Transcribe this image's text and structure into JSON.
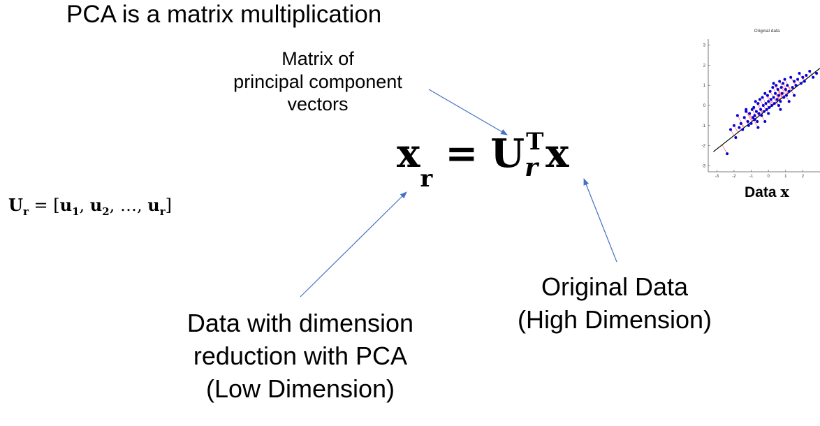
{
  "title": "PCA is a matrix multiplication",
  "captions": {
    "matrix": [
      "Matrix of",
      "principal component",
      "vectors"
    ],
    "reduced": [
      "Data with dimension",
      "reduction with PCA",
      "(Low Dimension)"
    ],
    "original": [
      "Original Data",
      "(High Dimension)"
    ],
    "data_x_word": "Data",
    "data_x_symbol": "x"
  },
  "equation": {
    "lhs": "x",
    "lhs_sub": "r",
    "eq": "=",
    "u": "U",
    "u_sup": "T",
    "u_sub": "r",
    "x": "x"
  },
  "definition": {
    "lhs": "U",
    "lhs_sub": "r",
    "eq": "=",
    "open": "[",
    "u1": "u",
    "u1_sub": "1",
    "u2": "u",
    "u2_sub": "2",
    "dots": "…",
    "ur": "u",
    "ur_sub": "r",
    "close": "]",
    "comma": ","
  },
  "arrow_color": "#4472c4",
  "chart_data": {
    "type": "scatter",
    "title": "Original data",
    "xlim": [
      -3.5,
      3
    ],
    "ylim": [
      -3.3,
      3.3
    ],
    "x_ticks": [
      "-3",
      "-2",
      "-1",
      "0",
      "1",
      "2"
    ],
    "y_ticks": [
      "3",
      "2",
      "1",
      "0",
      "-1",
      "-2",
      "-3"
    ],
    "point_color": "#0000dd",
    "line_color": "#000000",
    "projection_color": "#ff4444",
    "fit_line": {
      "x": [
        -3.2,
        3
      ],
      "y": [
        -2.3,
        1.85
      ]
    },
    "points": {
      "x": [
        -2.4,
        -2.2,
        -2.0,
        -1.9,
        -1.8,
        -1.7,
        -1.6,
        -1.5,
        -1.4,
        -1.3,
        -1.2,
        -1.15,
        -1.1,
        -1.0,
        -0.95,
        -0.9,
        -0.85,
        -0.8,
        -0.75,
        -0.7,
        -0.65,
        -0.6,
        -0.55,
        -0.5,
        -0.45,
        -0.4,
        -0.35,
        -0.3,
        -0.25,
        -0.2,
        -0.15,
        -0.1,
        -0.05,
        0.0,
        0.05,
        0.1,
        0.15,
        0.2,
        0.25,
        0.3,
        0.35,
        0.4,
        0.45,
        0.5,
        0.55,
        0.6,
        0.65,
        0.7,
        0.75,
        0.8,
        0.85,
        0.9,
        0.95,
        1.0,
        1.05,
        1.1,
        1.2,
        1.3,
        1.4,
        1.5,
        1.6,
        1.7,
        1.8,
        1.9,
        2.0,
        2.1,
        2.2,
        2.4,
        2.6,
        2.8,
        -0.6,
        -0.2,
        0.3,
        0.7,
        1.2,
        -1.3,
        -0.8,
        0.0,
        0.6,
        1.5
      ],
      "y": [
        -2.4,
        -1.2,
        -1.0,
        -1.6,
        -0.5,
        -1.1,
        -0.9,
        -1.2,
        -0.6,
        -0.3,
        -0.8,
        -1.0,
        -0.4,
        -0.9,
        -0.2,
        -0.6,
        -0.1,
        -0.7,
        0.2,
        -0.3,
        -0.8,
        0.1,
        -0.4,
        0.3,
        -0.2,
        -0.5,
        0.4,
        0.0,
        -0.3,
        0.6,
        0.1,
        -0.2,
        0.5,
        0.2,
        -0.1,
        0.7,
        0.3,
        0.0,
        0.9,
        0.4,
        0.1,
        0.6,
        1.0,
        0.3,
        0.8,
        0.5,
        1.2,
        0.2,
        0.9,
        0.6,
        1.1,
        0.4,
        1.3,
        0.8,
        0.5,
        1.0,
        0.7,
        1.4,
        0.9,
        1.2,
        1.0,
        1.3,
        1.6,
        1.1,
        1.4,
        1.2,
        1.5,
        1.7,
        1.4,
        1.6,
        -1.1,
        -0.8,
        1.1,
        -0.2,
        0.2,
        -0.2,
        -0.5,
        -0.4,
        0.0,
        0.5
      ]
    }
  }
}
